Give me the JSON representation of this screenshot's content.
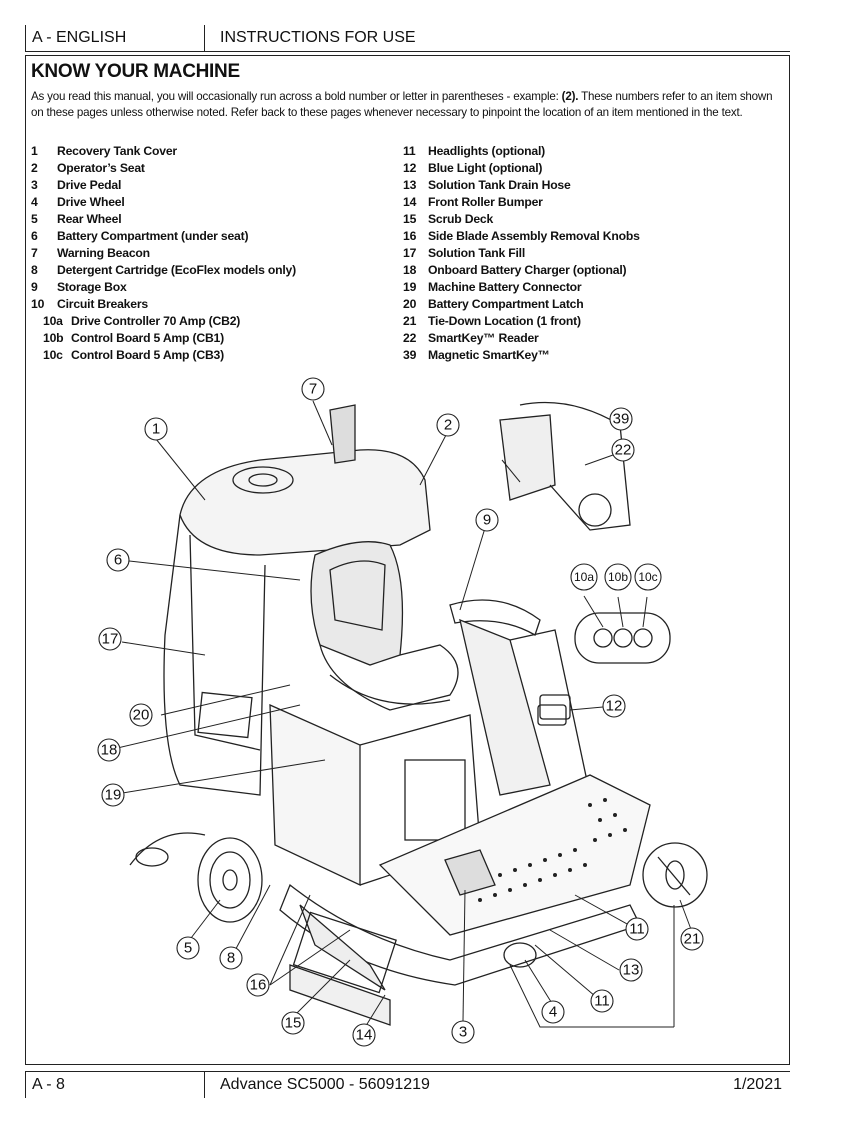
{
  "header": {
    "language": "A - ENGLISH",
    "section": "INSTRUCTIONS FOR USE"
  },
  "title": "KNOW YOUR MACHINE",
  "intro": {
    "part1": "As you read this manual, you will occasionally run across a bold number or letter in parentheses - example: ",
    "example": "(2).",
    "part2": "  These numbers refer to an item shown on these pages unless otherwise noted.  Refer back to these pages whenever necessary to pinpoint the location of an item mentioned in the text."
  },
  "items_left": [
    {
      "num": "1",
      "label": "Recovery Tank Cover"
    },
    {
      "num": "2",
      "label": "Operator’s Seat"
    },
    {
      "num": "3",
      "label": "Drive Pedal"
    },
    {
      "num": "4",
      "label": "Drive Wheel"
    },
    {
      "num": "5",
      "label": "Rear Wheel"
    },
    {
      "num": "6",
      "label": "Battery Compartment (under seat)"
    },
    {
      "num": "7",
      "label": "Warning Beacon"
    },
    {
      "num": "8",
      "label": "Detergent Cartridge (EcoFlex models only)"
    },
    {
      "num": "9",
      "label": "Storage Box"
    },
    {
      "num": "10",
      "label": "Circuit Breakers"
    },
    {
      "num": "10a",
      "label": "Drive Controller 70 Amp (CB2)"
    },
    {
      "num": "10b",
      "label": "Control Board 5 Amp (CB1)"
    },
    {
      "num": "10c",
      "label": "Control Board 5 Amp (CB3)"
    }
  ],
  "items_right": [
    {
      "num": "11",
      "label": "Headlights (optional)"
    },
    {
      "num": "12",
      "label": "Blue Light (optional)"
    },
    {
      "num": "13",
      "label": "Solution Tank Drain Hose"
    },
    {
      "num": "14",
      "label": "Front Roller Bumper"
    },
    {
      "num": "15",
      "label": "Scrub Deck"
    },
    {
      "num": "16",
      "label": "Side Blade Assembly Removal Knobs"
    },
    {
      "num": "17",
      "label": "Solution Tank Fill"
    },
    {
      "num": "18",
      "label": "Onboard Battery Charger (optional)"
    },
    {
      "num": "19",
      "label": "Machine Battery Connector"
    },
    {
      "num": "20",
      "label": "Battery Compartment Latch"
    },
    {
      "num": "21",
      "label": "Tie-Down Location (1 front)"
    },
    {
      "num": "22",
      "label": "SmartKey™ Reader"
    },
    {
      "num": "39",
      "label": "Magnetic SmartKey™"
    }
  ],
  "callouts": [
    "1",
    "2",
    "3",
    "4",
    "5",
    "6",
    "7",
    "8",
    "9",
    "10a",
    "10b",
    "10c",
    "11",
    "11",
    "12",
    "13",
    "14",
    "15",
    "16",
    "17",
    "18",
    "19",
    "20",
    "21",
    "22",
    "39"
  ],
  "footer": {
    "page": "A - 8",
    "model": "Advance SC5000 - 56091219",
    "date": "1/2021"
  }
}
